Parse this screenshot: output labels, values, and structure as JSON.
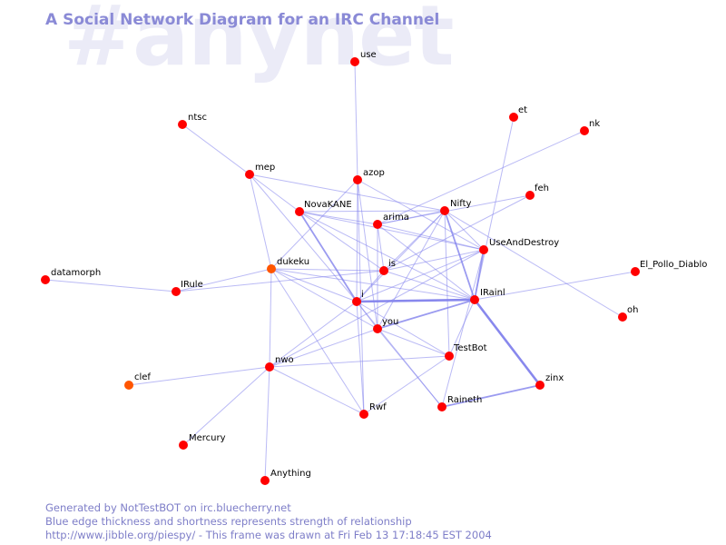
{
  "watermark": "#anynet",
  "title": "A Social Network Diagram for an IRC Channel",
  "footer": {
    "line1": "Generated by NotTestBOT on irc.bluecherry.net",
    "line2": "Blue edge thickness and shortness represents strength of relationship",
    "line3": "http://www.jibble.org/piespy/ - This frame was drawn at Fri Feb 13 17:18:45 EST 2004"
  },
  "colors": {
    "node": "#ff0000",
    "node_alt": "#ff5500",
    "edge": "#8282ec",
    "title": "#8a8ad6",
    "watermark": "#ebebf7",
    "footer": "#7e7ec8"
  },
  "nodes": [
    {
      "id": "use",
      "label": "use",
      "color": "#ff0000"
    },
    {
      "id": "ntsc",
      "label": "ntsc",
      "color": "#ff0000"
    },
    {
      "id": "et",
      "label": "et",
      "color": "#ff0000"
    },
    {
      "id": "nk",
      "label": "nk",
      "color": "#ff0000"
    },
    {
      "id": "mep",
      "label": "mep",
      "color": "#ff0000"
    },
    {
      "id": "azop",
      "label": "azop",
      "color": "#ff0000"
    },
    {
      "id": "feh",
      "label": "feh",
      "color": "#ff0000"
    },
    {
      "id": "novakane",
      "label": "NovaKANE",
      "color": "#ff0000"
    },
    {
      "id": "nifty",
      "label": "Nifty",
      "color": "#ff0000"
    },
    {
      "id": "arima",
      "label": "arima",
      "color": "#ff0000"
    },
    {
      "id": "useanddestroy",
      "label": "UseAndDestroy",
      "color": "#ff0000"
    },
    {
      "id": "el_pollo",
      "label": "El_Pollo_Diablo",
      "color": "#ff0000"
    },
    {
      "id": "datamorph",
      "label": "datamorph",
      "color": "#ff0000"
    },
    {
      "id": "irule",
      "label": "IRule",
      "color": "#ff0000"
    },
    {
      "id": "dukeku",
      "label": "dukeku",
      "color": "#ff5500"
    },
    {
      "id": "is",
      "label": "is",
      "color": "#ff0000"
    },
    {
      "id": "irainl",
      "label": "IRainl",
      "color": "#ff0000"
    },
    {
      "id": "i",
      "label": "i",
      "color": "#ff0000"
    },
    {
      "id": "oh",
      "label": "oh",
      "color": "#ff0000"
    },
    {
      "id": "you",
      "label": "you",
      "color": "#ff0000"
    },
    {
      "id": "testbot",
      "label": "TestBot",
      "color": "#ff0000"
    },
    {
      "id": "nwo",
      "label": "nwo",
      "color": "#ff0000"
    },
    {
      "id": "clef",
      "label": "clef",
      "color": "#ff5500"
    },
    {
      "id": "zinx",
      "label": "zinx",
      "color": "#ff0000"
    },
    {
      "id": "raineth",
      "label": "Raineth",
      "color": "#ff0000"
    },
    {
      "id": "rwf",
      "label": "Rwf",
      "color": "#ff0000"
    },
    {
      "id": "mercury",
      "label": "Mercury",
      "color": "#ff0000"
    },
    {
      "id": "anything",
      "label": "Anything",
      "color": "#ff0000"
    }
  ],
  "edges": [
    {
      "from": "use",
      "to": "azop",
      "weight": 1
    },
    {
      "from": "ntsc",
      "to": "mep",
      "weight": 1
    },
    {
      "from": "mep",
      "to": "novakane",
      "weight": 1
    },
    {
      "from": "mep",
      "to": "dukeku",
      "weight": 1
    },
    {
      "from": "mep",
      "to": "i",
      "weight": 1
    },
    {
      "from": "mep",
      "to": "nifty",
      "weight": 1
    },
    {
      "from": "et",
      "to": "irainl",
      "weight": 1
    },
    {
      "from": "nk",
      "to": "arima",
      "weight": 1
    },
    {
      "from": "azop",
      "to": "i",
      "weight": 1
    },
    {
      "from": "azop",
      "to": "rwf",
      "weight": 1
    },
    {
      "from": "azop",
      "to": "dukeku",
      "weight": 1
    },
    {
      "from": "azop",
      "to": "useanddestroy",
      "weight": 1
    },
    {
      "from": "azop",
      "to": "you",
      "weight": 1
    },
    {
      "from": "feh",
      "to": "is",
      "weight": 1
    },
    {
      "from": "feh",
      "to": "arima",
      "weight": 1
    },
    {
      "from": "novakane",
      "to": "nifty",
      "weight": 1
    },
    {
      "from": "novakane",
      "to": "arima",
      "weight": 1
    },
    {
      "from": "novakane",
      "to": "is",
      "weight": 1
    },
    {
      "from": "novakane",
      "to": "i",
      "weight": 2
    },
    {
      "from": "novakane",
      "to": "irainl",
      "weight": 1
    },
    {
      "from": "novakane",
      "to": "useanddestroy",
      "weight": 1
    },
    {
      "from": "nifty",
      "to": "arima",
      "weight": 1
    },
    {
      "from": "nifty",
      "to": "useanddestroy",
      "weight": 1
    },
    {
      "from": "nifty",
      "to": "irainl",
      "weight": 2
    },
    {
      "from": "nifty",
      "to": "i",
      "weight": 1
    },
    {
      "from": "nifty",
      "to": "is",
      "weight": 1
    },
    {
      "from": "nifty",
      "to": "testbot",
      "weight": 1
    },
    {
      "from": "nifty",
      "to": "oh",
      "weight": 1
    },
    {
      "from": "nifty",
      "to": "you",
      "weight": 1
    },
    {
      "from": "arima",
      "to": "is",
      "weight": 1
    },
    {
      "from": "arima",
      "to": "you",
      "weight": 1
    },
    {
      "from": "arima",
      "to": "irainl",
      "weight": 1
    },
    {
      "from": "arima",
      "to": "useanddestroy",
      "weight": 1
    },
    {
      "from": "useanddestroy",
      "to": "is",
      "weight": 1
    },
    {
      "from": "useanddestroy",
      "to": "irainl",
      "weight": 2
    },
    {
      "from": "useanddestroy",
      "to": "i",
      "weight": 1
    },
    {
      "from": "useanddestroy",
      "to": "raineth",
      "weight": 1
    },
    {
      "from": "useanddestroy",
      "to": "nwo",
      "weight": 1
    },
    {
      "from": "el_pollo",
      "to": "irainl",
      "weight": 1
    },
    {
      "from": "datamorph",
      "to": "irule",
      "weight": 1
    },
    {
      "from": "irule",
      "to": "dukeku",
      "weight": 1
    },
    {
      "from": "irule",
      "to": "is",
      "weight": 1
    },
    {
      "from": "dukeku",
      "to": "is",
      "weight": 1
    },
    {
      "from": "dukeku",
      "to": "i",
      "weight": 1
    },
    {
      "from": "dukeku",
      "to": "you",
      "weight": 1
    },
    {
      "from": "dukeku",
      "to": "nwo",
      "weight": 1
    },
    {
      "from": "dukeku",
      "to": "rwf",
      "weight": 1
    },
    {
      "from": "dukeku",
      "to": "irainl",
      "weight": 1
    },
    {
      "from": "is",
      "to": "i",
      "weight": 1
    },
    {
      "from": "is",
      "to": "irainl",
      "weight": 1
    },
    {
      "from": "i",
      "to": "irainl",
      "weight": 3
    },
    {
      "from": "i",
      "to": "you",
      "weight": 1
    },
    {
      "from": "i",
      "to": "nwo",
      "weight": 1
    },
    {
      "from": "i",
      "to": "raineth",
      "weight": 1
    },
    {
      "from": "i",
      "to": "testbot",
      "weight": 1
    },
    {
      "from": "i",
      "to": "rwf",
      "weight": 1
    },
    {
      "from": "irainl",
      "to": "you",
      "weight": 2
    },
    {
      "from": "irainl",
      "to": "zinx",
      "weight": 3
    },
    {
      "from": "irainl",
      "to": "testbot",
      "weight": 1
    },
    {
      "from": "you",
      "to": "nwo",
      "weight": 1
    },
    {
      "from": "you",
      "to": "testbot",
      "weight": 1
    },
    {
      "from": "you",
      "to": "raineth",
      "weight": 1
    },
    {
      "from": "testbot",
      "to": "rwf",
      "weight": 1
    },
    {
      "from": "raineth",
      "to": "zinx",
      "weight": 2
    },
    {
      "from": "nwo",
      "to": "clef",
      "weight": 1
    },
    {
      "from": "nwo",
      "to": "mercury",
      "weight": 1
    },
    {
      "from": "nwo",
      "to": "anything",
      "weight": 1
    },
    {
      "from": "nwo",
      "to": "rwf",
      "weight": 1
    },
    {
      "from": "nwo",
      "to": "testbot",
      "weight": 1
    }
  ]
}
